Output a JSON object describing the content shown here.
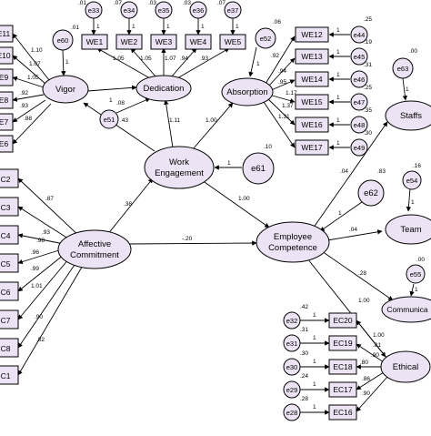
{
  "latent": {
    "vigor": "Vigor",
    "dedication": "Dedication",
    "absorption": "Absorption",
    "work_engagement": [
      "Work",
      "Engagement"
    ],
    "affective_commitment": [
      "Affective",
      "Commitment"
    ],
    "employee_competence": [
      "Employee",
      "Competence"
    ],
    "staffs": "Staffs",
    "team": "Team",
    "communica": "Communica",
    "ethical": "Ethical"
  },
  "observed": {
    "vigor_items": [
      "E11",
      "E10",
      "E9",
      "E8",
      "E7",
      "E6"
    ],
    "dedication_items": [
      "WE1",
      "WE2",
      "WE3",
      "WE4",
      "WE5"
    ],
    "absorption_items": [
      "WE12",
      "WE13",
      "WE14",
      "WE15",
      "WE16",
      "WE17"
    ],
    "commitment_items": [
      "C2",
      "C3",
      "C4",
      "C5",
      "C6",
      "C7",
      "C8",
      "C1"
    ],
    "ethical_items": [
      "EC20",
      "EC19",
      "EC18",
      "EC17",
      "EC16"
    ]
  },
  "errors": {
    "dedication_item_errors": [
      "e33",
      "e34",
      "e35",
      "e36",
      "e37"
    ],
    "absorption_item_errors": [
      "e44",
      "e45",
      "e46",
      "e47",
      "e48",
      "e49"
    ],
    "ethical_item_errors": [
      "e32",
      "e31",
      "e30",
      "e29",
      "e28"
    ],
    "vigor_res": "e60",
    "absorption_res": "e52",
    "dedication_res": "e51",
    "engagement_res": "e61",
    "competence_res": "e62",
    "staffs_res": "e63",
    "team_res": "e54",
    "communica_res": "e55"
  },
  "coefficients": {
    "dedication_item_variances": [
      ".01",
      ".07",
      ".03",
      ".03",
      ".07"
    ],
    "dedication_loadings": [
      "1.05",
      "1.05",
      "1.07",
      ".94",
      ".93"
    ],
    "absorption_variances": [
      ".25",
      ".19",
      ".31",
      ".25",
      ".35",
      ".30"
    ],
    "absorption_loadings": [
      ".92",
      ".94",
      ".95",
      "1.17",
      "1.37",
      "1.31"
    ],
    "vigor_loadings": [
      "1.10",
      "1.07",
      "1.05",
      ".92",
      ".93",
      ".88"
    ],
    "commitment_loadings": [
      ".87",
      ".93",
      ".98",
      ".96",
      ".99",
      "1.01",
      ".90",
      ".82"
    ],
    "ethical_variances": [
      ".42",
      ".31",
      ".30",
      ".24",
      ".28"
    ],
    "ethical_loadings": [
      ".81",
      ".90",
      ".80",
      ".86",
      ".90"
    ],
    "ones": "1",
    "vigor_res_var": ".01",
    "absorption_res_var": ".06",
    "we_to_dedication": "1.11",
    "we_to_absorption": "1.00",
    "vigor_to_dedication": ".08",
    "dedication_res_var": ".43",
    "engagement_res_var": ".10",
    "ac_to_we": ".38",
    "ac_to_ec": "-.20",
    "we_to_ec": "1.00",
    "competence_res_var": ".83",
    "ec_to_staffs": ".04",
    "ec_to_team": ".04",
    "ec_to_communica": ".28",
    "ec_to_communica2": "1.00",
    "ec_to_ethical": "1.00",
    "staffs_res_var": ".00",
    "team_res_var": ".16",
    "communica_res_var": ".00"
  }
}
